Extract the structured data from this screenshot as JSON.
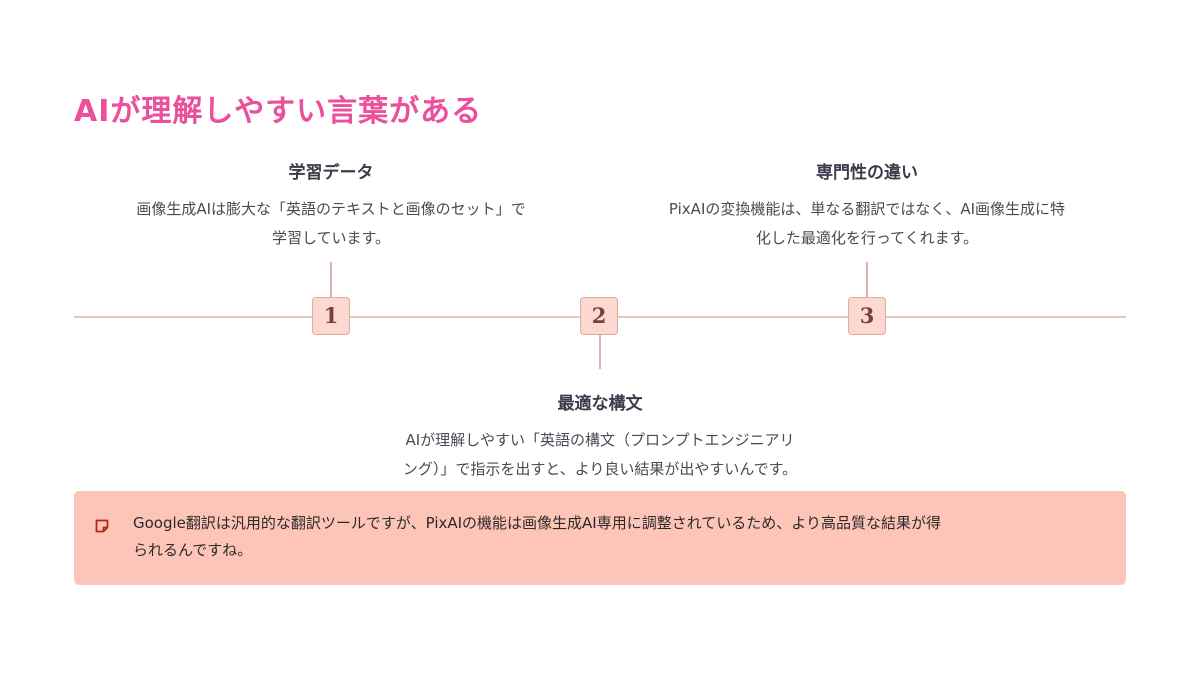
{
  "slide": {
    "title": "AIが理解しやすい言葉がある"
  },
  "timeline": {
    "items": [
      {
        "number": "1",
        "title": "学習データ",
        "desc_line1": "画像生成AIは膨大な「英語のテキストと画像のセット」で",
        "desc_line2": "学習しています。"
      },
      {
        "number": "2",
        "title": "最適な構文",
        "desc_line1": "AIが理解しやすい「英語の構文（プロンプトエンジニアリ",
        "desc_line2": "ング）」で指示を出すと、より良い結果が出やすいんです。"
      },
      {
        "number": "3",
        "title": "専門性の違い",
        "desc_line1": "PixAIの変換機能は、単なる翻訳ではなく、AI画像生成に特",
        "desc_line2": "化した最適化を行ってくれます。"
      }
    ]
  },
  "note": {
    "icon": "note-icon",
    "line1": "Google翻訳は汎用的な翻訳ツールですが、PixAIの機能は画像生成AI専用に調整されているため、より高品質な結果が得",
    "line2": "られるんですね。"
  },
  "colors": {
    "title": "#ec4f9c",
    "timeline_line": "#e9c7bf",
    "marker_fill": "#fcd9d0",
    "marker_border": "#e3a79b",
    "note_background": "#fdc5b8"
  }
}
